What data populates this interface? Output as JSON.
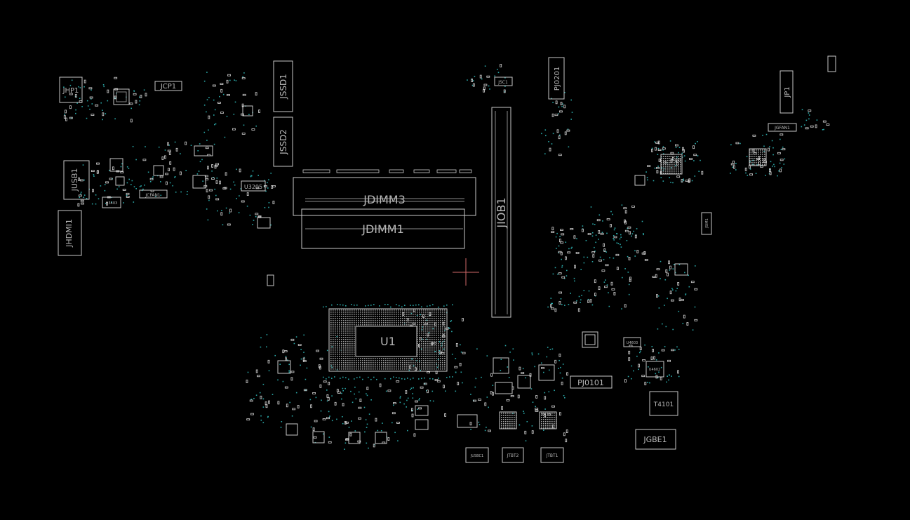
{
  "viewer": {
    "background": "#000000",
    "outline_color": "#c8c8c8",
    "via_color": "#2aa6a6",
    "cursor_color": "#d06868"
  },
  "components": {
    "JHP1": "JHP1",
    "JCP1": "JCP1",
    "JSSD1": "JSSD1",
    "JSSD2": "JSSD2",
    "JUSB1": "JUSB1",
    "JHDMI1": "JHDMI1",
    "JCFAN1": "JCFAN1",
    "U3205": "U3205",
    "U3403": "U3403",
    "JDIMM3": "JDIMM3",
    "JDIMM1": "JDIMM1",
    "JIOB1": "JIOB1",
    "JSC1": "JSC1",
    "PJ0201": "PJ0201",
    "JP1": "JP1",
    "JGFAN1": "JGFAN1",
    "U1": "U1",
    "PJ0101": "PJ0101",
    "T4101": "T4101",
    "JGBE1": "JGBE1",
    "JUSBC1": "JUSBC1",
    "JTBT2": "JTBT2",
    "JTBT1": "JTBT1",
    "U4602": "U4602",
    "U4603": "U4603",
    "JSIM1": "JSIM1"
  }
}
